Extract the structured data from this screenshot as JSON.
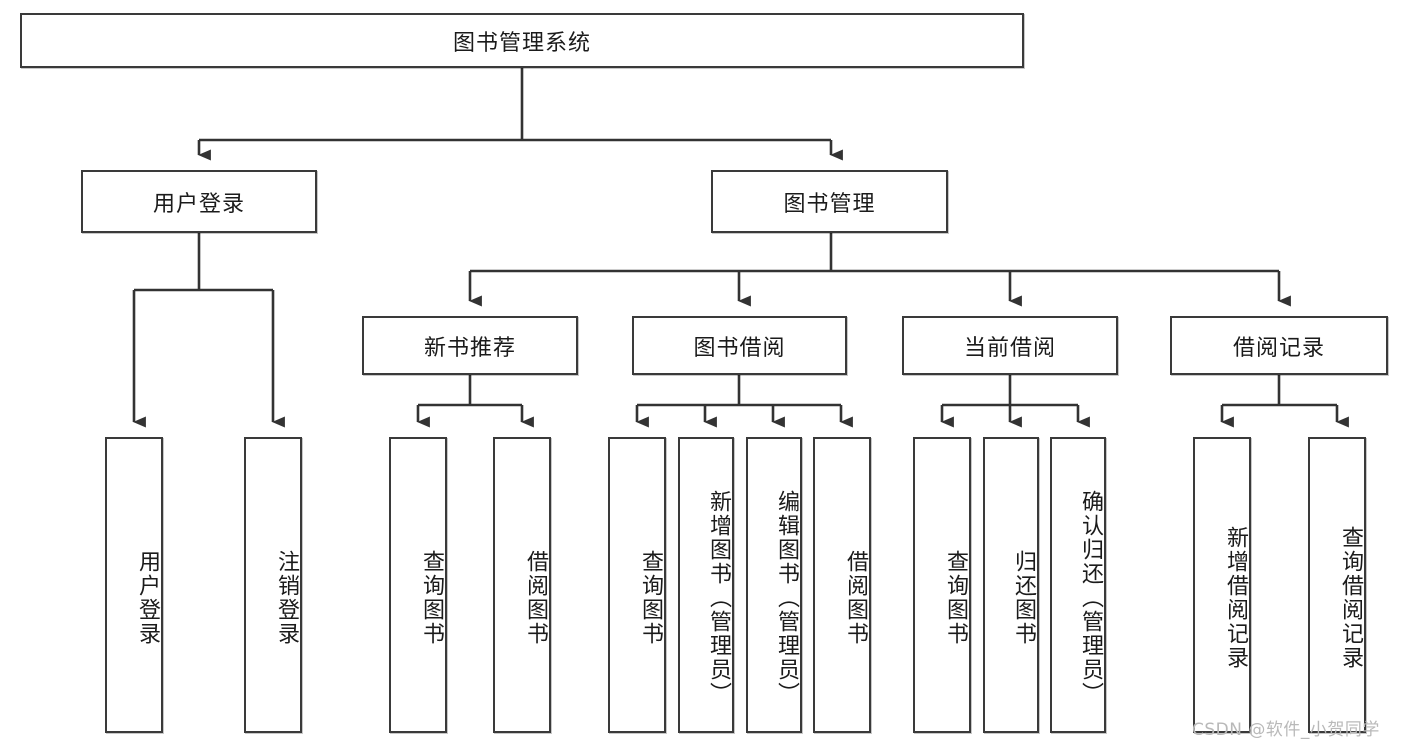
{
  "diagram": {
    "type": "tree-hierarchy",
    "title": "图书管理系统",
    "colors": {
      "box_border": "#3a3a3a",
      "box_fill": "#ffffff",
      "edge": "#333333",
      "text": "#1b1b1b",
      "watermark": "#b9b9b9",
      "background": "#ffffff"
    },
    "root": {
      "label": "图书管理系统"
    },
    "level2": [
      {
        "id": "user-login",
        "label": "用户登录"
      },
      {
        "id": "book-manage",
        "label": "图书管理"
      }
    ],
    "level3": [
      {
        "id": "new-book-recommend",
        "label": "新书推荐",
        "parent": "book-manage"
      },
      {
        "id": "book-borrow",
        "label": "图书借阅",
        "parent": "book-manage"
      },
      {
        "id": "current-borrow",
        "label": "当前借阅",
        "parent": "book-manage"
      },
      {
        "id": "borrow-record",
        "label": "借阅记录",
        "parent": "book-manage"
      }
    ],
    "leaves": {
      "user_login": [
        {
          "id": "leaf-user-login",
          "label": "用户登录"
        },
        {
          "id": "leaf-logout",
          "label": "注销登录"
        }
      ],
      "new_book_recommend": [
        {
          "id": "leaf-query-book-1",
          "label": "查询图书"
        },
        {
          "id": "leaf-borrow-book-1",
          "label": "借阅图书"
        }
      ],
      "book_borrow": [
        {
          "id": "leaf-query-book-2",
          "label": "查询图书"
        },
        {
          "id": "leaf-add-book",
          "label": "新增图书（管理员）"
        },
        {
          "id": "leaf-edit-book",
          "label": "编辑图书（管理员）"
        },
        {
          "id": "leaf-borrow-book-2",
          "label": "借阅图书"
        }
      ],
      "current_borrow": [
        {
          "id": "leaf-query-book-3",
          "label": "查询图书"
        },
        {
          "id": "leaf-return-book",
          "label": "归还图书"
        },
        {
          "id": "leaf-confirm-return",
          "label": "确认归还（管理员）"
        }
      ],
      "borrow_record": [
        {
          "id": "leaf-add-record",
          "label": "新增借阅记录"
        },
        {
          "id": "leaf-query-record",
          "label": "查询借阅记录"
        }
      ]
    }
  },
  "watermark": {
    "text": "CSDN @软件_小贺同学"
  }
}
